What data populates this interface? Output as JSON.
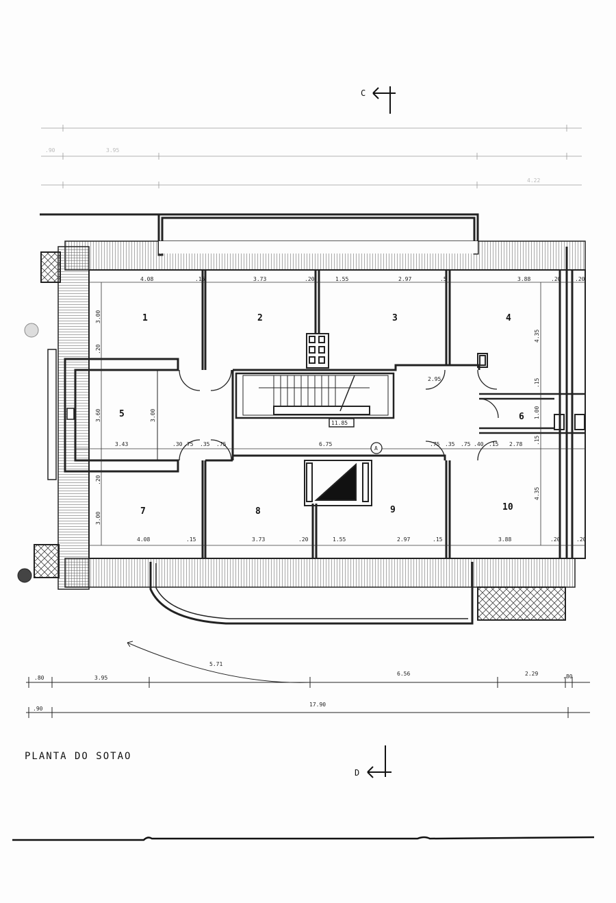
{
  "title": "PLANTA DO SOTAO",
  "section_marks": {
    "top": "C",
    "bottom": "D",
    "circle_mark": "A"
  },
  "rooms": [
    "1",
    "2",
    "3",
    "4",
    "5",
    "6",
    "7",
    "8",
    "9",
    "10"
  ],
  "stair_label": "11.85",
  "dims_top_row": [
    "4.08",
    ".15",
    "3.73",
    ".20",
    "1.55",
    "2.97",
    ".5",
    "3.88",
    ".20",
    ".20"
  ],
  "dims_bottom_row": [
    "4.08",
    ".15",
    "3.73",
    ".20",
    "1.55",
    "2.97",
    ".15",
    "3.88",
    ".20",
    ".20"
  ],
  "dims_corridor": [
    "3.43",
    ".30",
    ".75",
    ".35",
    ".75",
    "6.75",
    ".75",
    ".35",
    ".75",
    ".40",
    ".15",
    "2.78"
  ],
  "dims_vertical_left": [
    "3.00",
    ".20",
    "3.60",
    "3.00",
    ".20",
    "3.00"
  ],
  "dims_vertical_right": [
    "4.35",
    ".15",
    "1.00",
    ".15",
    "4.35"
  ],
  "dims_misc": [
    "2.95"
  ],
  "bottom_chain": [
    ".80",
    "3.95",
    "5.71",
    "6.56",
    "2.29",
    ".80"
  ],
  "bottom_total": [
    ".90",
    "17.90"
  ],
  "top_faint": [
    ".90",
    "3.95",
    "4.22"
  ]
}
